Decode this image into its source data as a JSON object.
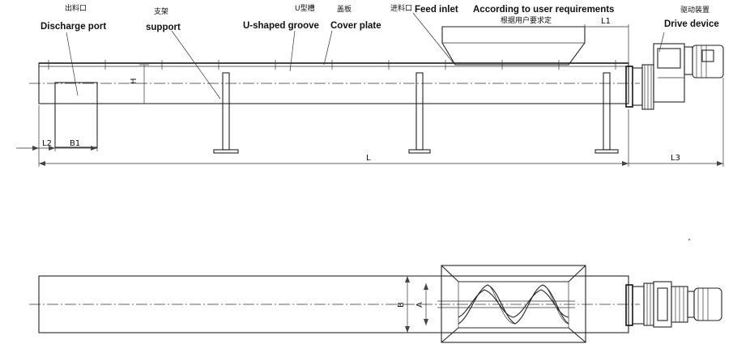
{
  "labels": {
    "discharge_cn": "出料口",
    "discharge_en": "Discharge port",
    "support_cn": "支架",
    "support_en": "support",
    "u_groove_cn": "U型槽",
    "u_groove_en": "U-shaped groove",
    "cover_cn": "盖板",
    "cover_en": "Cover plate",
    "feed_cn": "进料口",
    "feed_en": "Feed inlet",
    "user_req_en": "According to user requirements",
    "user_req_cn": "根据用户要求定",
    "drive_cn": "驱动装置",
    "drive_en": "Drive device"
  },
  "dimensions": {
    "L": "L",
    "L1": "L1",
    "L2": "L2",
    "L3": "L3",
    "B1": "B1",
    "H": "H",
    "A": "A",
    "B": "B"
  }
}
